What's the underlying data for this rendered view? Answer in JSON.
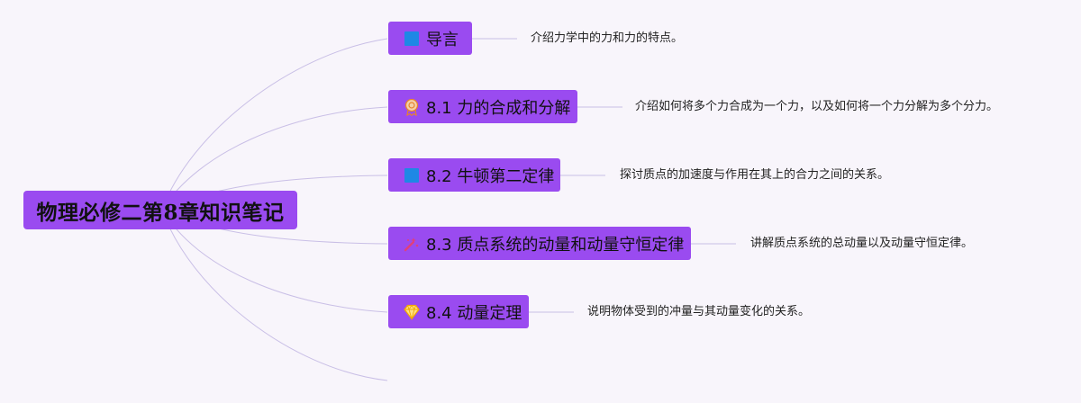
{
  "root": {
    "label": "物理必修二第8章知识笔记"
  },
  "topics": [
    {
      "label": "导言",
      "icon": "blue-square-icon",
      "description": "介绍力学中的力和力的特点。"
    },
    {
      "label": "8.1 力的合成和分解",
      "icon": "medal-icon",
      "description": "介绍如何将多个力合成为一个力，以及如何将一个力分解为多个分力。"
    },
    {
      "label": "8.2 牛顿第二定律",
      "icon": "blue-square-icon",
      "description": "探讨质点的加速度与作用在其上的合力之间的关系。"
    },
    {
      "label": "8.3 质点系统的动量和动量守恒定律",
      "icon": "sparkle-icon",
      "description": "讲解质点系统的总动量以及动量守恒定律。"
    },
    {
      "label": "8.4 动量定理",
      "icon": "diamond-icon",
      "description": "说明物体受到的冲量与其动量变化的关系。"
    }
  ],
  "colors": {
    "node_fill": "#9a4bf0",
    "connector": "#c9bfe6",
    "background": "#f8f5fb"
  }
}
